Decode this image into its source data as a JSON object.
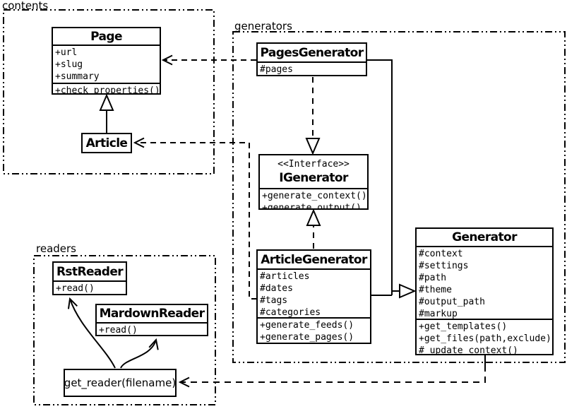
{
  "diagram": {
    "packages": {
      "contents": {
        "label": "contents"
      },
      "generators": {
        "label": "generators"
      },
      "readers": {
        "label": "readers"
      }
    },
    "classes": {
      "page": {
        "name": "Page",
        "attributes": [
          "+url",
          "+slug",
          "+summary"
        ],
        "methods": [
          "+check_properties()"
        ]
      },
      "article": {
        "name": "Article"
      },
      "pages_generator": {
        "name": "PagesGenerator",
        "attributes": [
          "#pages"
        ]
      },
      "igenerator": {
        "stereotype": "<<Interface>>",
        "name": "IGenerator",
        "methods": [
          "+generate_context()",
          "+generate_output()"
        ]
      },
      "article_generator": {
        "name": "ArticleGenerator",
        "attributes": [
          "#articles",
          "#dates",
          "#tags",
          "#categories"
        ],
        "methods": [
          "+generate_feeds()",
          "+generate_pages()"
        ]
      },
      "generator": {
        "name": "Generator",
        "attributes": [
          "#context",
          "#settings",
          "#path",
          "#theme",
          "#output_path",
          "#markup"
        ],
        "methods": [
          "+get_templates()",
          "+get_files(path,exclude)",
          "#_update_context()"
        ]
      },
      "rst_reader": {
        "name": "RstReader",
        "methods": [
          "+read()"
        ]
      },
      "mardown_reader": {
        "name": "MardownReader",
        "methods": [
          "+read()"
        ]
      },
      "get_reader": {
        "label": "get_reader(filename)"
      }
    },
    "colors": {
      "stroke": "#000000",
      "background": "#ffffff"
    }
  }
}
